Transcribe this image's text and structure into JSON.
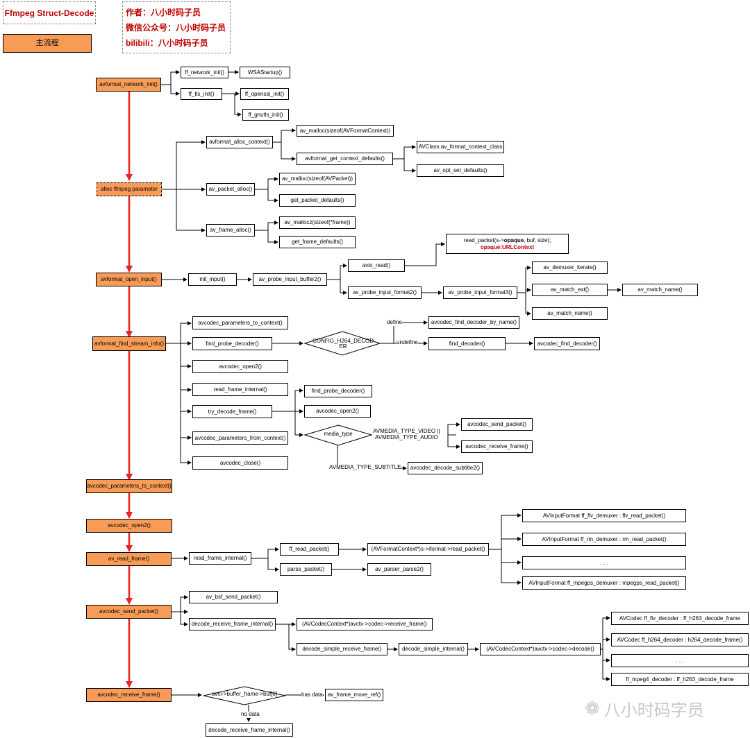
{
  "header": {
    "title": "Ffmpeg Struct-Decode",
    "author_lines": [
      "作者：八小时码子员",
      "微信公众号：八小时码子员",
      "bilibili：八小时码子员"
    ],
    "legend_label": "主流程"
  },
  "main_flow": [
    "avformat_network_init()",
    "alloc ffmpeg parameter",
    "avformat_open_input()",
    "avformat_find_stream_info()",
    "avcodec_parameters_to_context()",
    "avcodec_open2()",
    "av_read_frame()",
    "avcodec_send_packet()",
    "avcodec_receive_frame()"
  ],
  "nodes": {
    "ff_network_init": "ff_network_init()",
    "wsastartup": "WSAStartup()",
    "ff_tls_init": "ff_tls_init()",
    "ff_openssl_init": "ff_openssl_init()",
    "ff_gnutls_init": "ff_gnutls_init()",
    "avformat_alloc_context": "avformat_alloc_context()",
    "av_malloc_fmtctx": "av_malloc(sizeof(AVFormatContext))",
    "avformat_get_context_defaults": "avformat_get_context_defaults()",
    "avclass_fmt": "AVClass av_format_context_class",
    "av_opt_set_defaults": "av_opt_set_defaults()",
    "av_packet_alloc": "av_packet_alloc()",
    "av_malloc_pkt": "av_malloc(sizeof(AVPacket))",
    "get_packet_defaults": "get_packet_defaults()",
    "av_frame_alloc": "av_frame_alloc()",
    "av_mallocz_frame": "av_mallocz(sizeof(*frame))",
    "get_frame_defaults": "get_frame_defaults()",
    "init_input": "init_input()",
    "av_probe_input_buffer2": "av_probe_input_buffer2()",
    "avio_read": "avio_read()",
    "read_packet_a": "read_packet(s->",
    "read_packet_b": "opaque",
    "read_packet_c": ", buf, size);",
    "opaque_urlcontext": "opaque:URLContext",
    "av_probe_input_format2": "av_probe_input_format2()",
    "av_probe_input_format3": "av_probe_input_format3()",
    "av_demuxer_iterate": "av_demuxer_iterate()",
    "av_match_ext": "av_match_ext()",
    "av_match_name_1": "av_match_name()",
    "av_match_name_2": "av_match_name()",
    "fsi_params_to_ctx": "avcodec_parameters_to_context()",
    "find_probe_decoder_1": "find_probe_decoder()",
    "config_h264": "CONFIG_H264_DECODER",
    "define_label": "define",
    "undefine_label": "undefine",
    "avcodec_find_decoder_by_name": "avcodec_find_decoder_by_name()",
    "find_decoder": "find_decoder()",
    "avcodec_find_decoder": "avcodec_find_decoder()",
    "fsi_avcodec_open2": "avcodec_open2()",
    "fsi_read_frame_internal": "read_frame_internal()",
    "try_decode_frame": "try_decode_frame()",
    "find_probe_decoder_2": "find_probe_decoder()",
    "tdf_avcodec_open2": "avcodec_open2()",
    "media_type": "media_type",
    "av_video_audio_1": "AVMEDIA_TYPE_VIDEO ||",
    "av_video_audio_2": "AVMEDIA_TYPE_AUDIO",
    "tdf_send_packet": "avcodec_send_packet()",
    "tdf_receive_frame": "avcodec_receive_frame()",
    "av_subtitle": "AVMEDIA_TYPE_SUBTITLE",
    "avcodec_decode_subtitle2": "avcodec_decode_subtitle2()",
    "fsi_params_from_ctx": "avcodec_parameters_from_context()",
    "fsi_avcodec_close": "avcodec_close()",
    "rf_read_frame_internal": "read_frame_internal()",
    "ff_read_packet": "ff_read_packet()",
    "iformat_read_packet": "(AVFormatContext*)s->iformat->read_packet()",
    "flv_demuxer": "AVInputFormat ff_flv_demuxer : flv_read_packet()",
    "rm_demuxer": "AVInputFormat ff_rm_demuxer : rm_read_packet()",
    "demux_ellipsis": ". . .",
    "mpegps_demuxer": "AVInputFormat ff_mpegps_demuxer : mpegps_read_packet()",
    "parse_packet": "parse_packet()",
    "av_parser_parse2": "av_parser_parse2()",
    "av_bsf_send_packet": "av_bsf_send_packet()",
    "decode_receive_frame_internal_1": "decode_receive_frame_internal()",
    "codec_receive_frame": "(AVCodecContext*)avctx->codec->receive_frame()",
    "decode_simple_receive_frame": "decode_simple_receive_frame()",
    "decode_simple_internal": "decode_simple_internal()",
    "codec_decode": "(AVCodecContext*)avctx->codec->decode()",
    "flv_decoder": "AVCodec ff_flv_decoder : ff_h263_decode_frame",
    "h264_decoder": "AVCodec ff_h264_decoder : h264_decode_frame()",
    "dec_ellipsis": ". . .",
    "mpeg4_decoder": "ff_mpeg4_decoder : ff_h263_decode_frame",
    "buffer_frame_check": "avci->buffer_frame->buf[0]",
    "has_data": "has data",
    "av_frame_move_ref": "av_frame_move_ref()",
    "no_data": "no data",
    "decode_receive_frame_internal_2": "decode_receive_frame_internal()"
  },
  "watermark": "八小时码字员",
  "colors": {
    "main_node_fill": "#f79b57",
    "main_flow_arrow": "#e8251f",
    "header_text": "#c00000",
    "opaque_text": "#c00000"
  }
}
